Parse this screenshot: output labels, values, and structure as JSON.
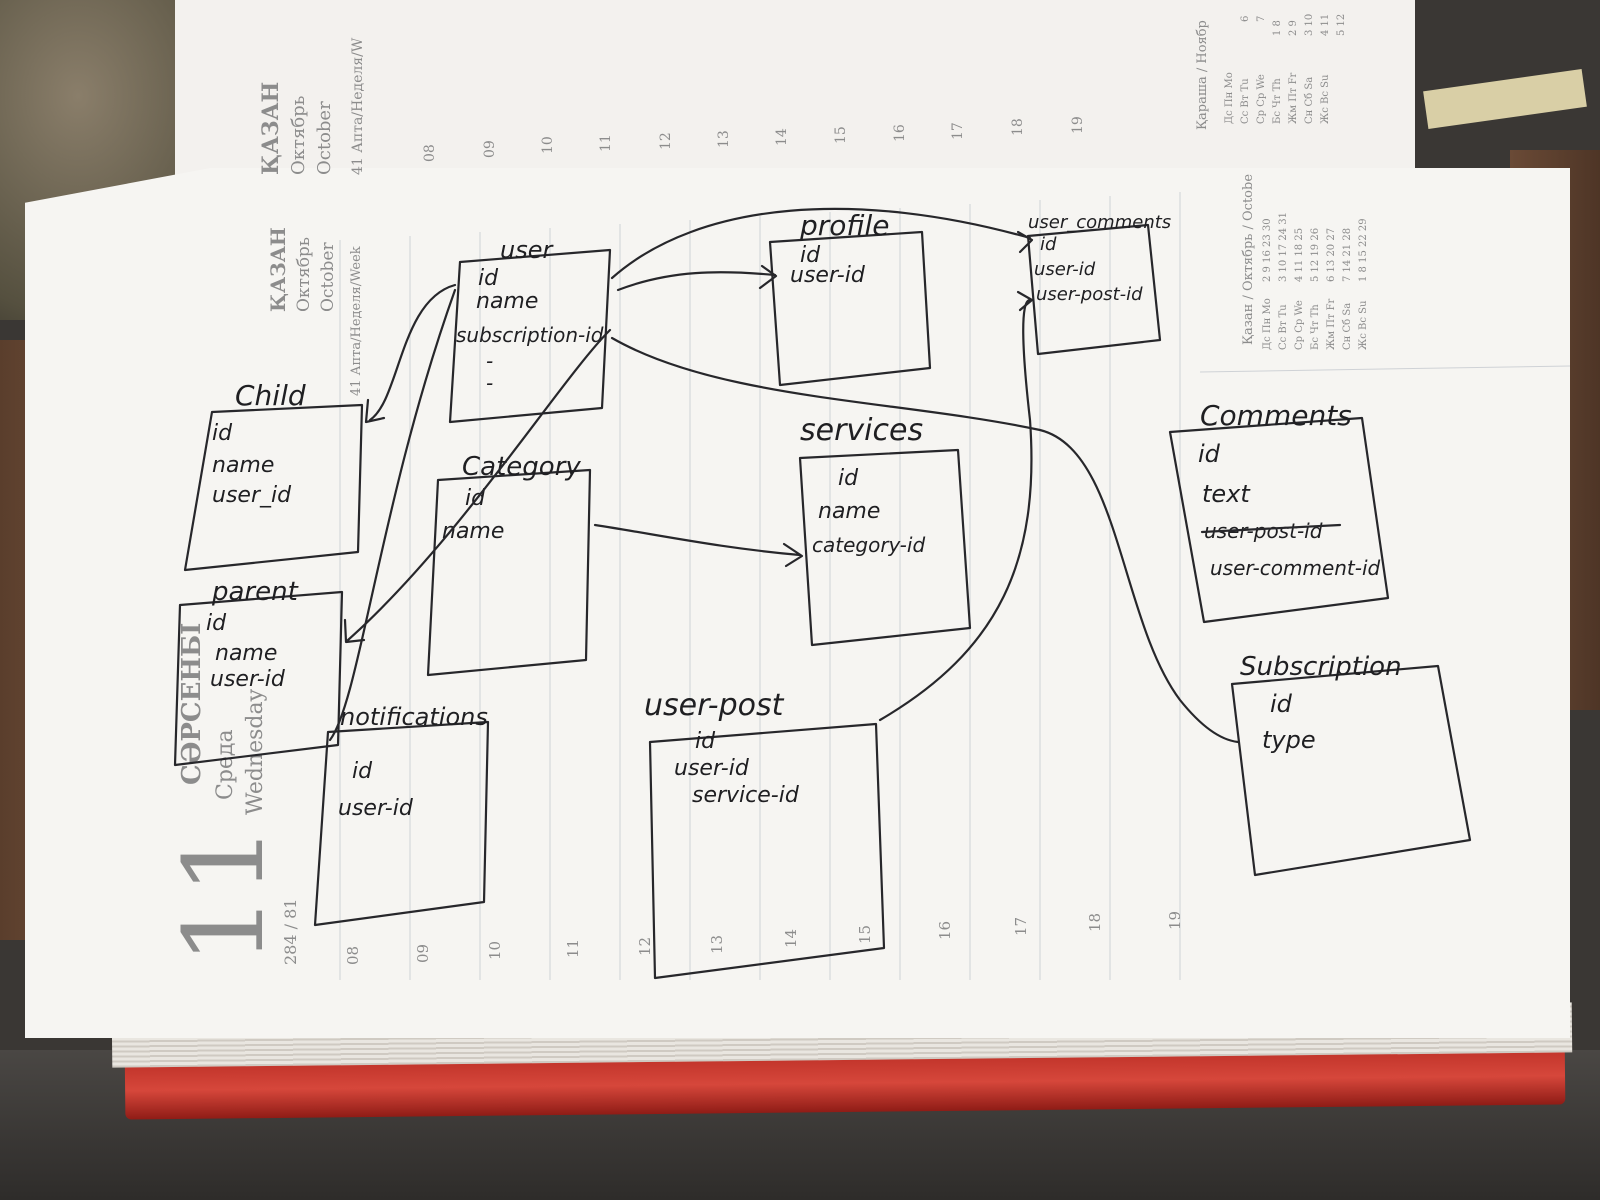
{
  "colors": {
    "ink": "#1f1f22",
    "page": "#f6f5f2",
    "cover": "#c93a2f",
    "printed": "#8c8c8c"
  },
  "planner": {
    "top_page": {
      "city": "ҚАЗАН",
      "month_ru": "Октябрь",
      "month_en": "October",
      "week": "41 Апта/Неделя/W",
      "hours": [
        "08",
        "09",
        "10",
        "11",
        "12",
        "13",
        "14",
        "15",
        "16",
        "17",
        "18",
        "19"
      ],
      "side_label": "Қараша / Ноябр",
      "weekdays": [
        "Дс Пн Мо",
        "Сс Вт Tu",
        "Ср Ср We",
        "Бс Чт Th",
        "Жм Пт Fr",
        "Сн Сб Sa",
        "Жс Вс Su"
      ],
      "numbers": [
        "6",
        "7",
        "1 8",
        "2 9",
        "3 10",
        "4 11",
        "5 12"
      ]
    },
    "main_page": {
      "city": "ҚАЗАН",
      "month_ru": "Октябрь",
      "month_en": "October",
      "week": "41 Апта/Неделя/Week",
      "day_number": "11",
      "day_kz": "СӘРСЕНБІ",
      "day_ru": "Среда",
      "day_en": "Wednesday",
      "day_of_year": "284 / 81",
      "hours": [
        "08",
        "09",
        "10",
        "11",
        "12",
        "13",
        "14",
        "15",
        "16",
        "17",
        "18",
        "19"
      ],
      "side_label": "Қазан / Октябрь / Octobe",
      "weekdays": [
        "Дс Пн Мо",
        "Сс Вт Tu",
        "Ср Ср We",
        "Бс Чт Th",
        "Жм Пт Fr",
        "Сн Сб Sa",
        "Жс Вс Su"
      ],
      "cal_rows": [
        "2 9 16 23 30",
        "3 10 17 24 31",
        "4 11 18 25",
        "5 12 19 26",
        "6 13 20 27",
        "7 14 21 28",
        "1 8 15 22 29"
      ]
    }
  },
  "diagram": {
    "entities": [
      {
        "id": "user",
        "title": "user",
        "fields": [
          "id",
          "name",
          "subscription-id",
          "-",
          "-"
        ]
      },
      {
        "id": "profile",
        "title": "profile",
        "fields": [
          "id",
          "user-id"
        ]
      },
      {
        "id": "user_comments",
        "title": "user_comments",
        "fields": [
          "id",
          "user-id",
          "user-post-id"
        ]
      },
      {
        "id": "child",
        "title": "Child",
        "fields": [
          "id",
          "name",
          "user_id"
        ]
      },
      {
        "id": "category",
        "title": "Category",
        "fields": [
          "id",
          "name"
        ]
      },
      {
        "id": "services",
        "title": "services",
        "fields": [
          "id",
          "name",
          "category-id"
        ]
      },
      {
        "id": "comments",
        "title": "Comments",
        "fields": [
          "id",
          "text",
          "user-post-id",
          "user-comment-id"
        ]
      },
      {
        "id": "parent",
        "title": "parent",
        "fields": [
          "id",
          "name",
          "user-id"
        ]
      },
      {
        "id": "notifications",
        "title": "notifications",
        "fields": [
          "id",
          "user-id"
        ]
      },
      {
        "id": "user_post",
        "title": "user-post",
        "fields": [
          "id",
          "user-id",
          "service-id"
        ]
      },
      {
        "id": "subscription",
        "title": "Subscription",
        "fields": [
          "id",
          "type"
        ]
      }
    ],
    "relations": [
      {
        "from": "user",
        "to": "profile"
      },
      {
        "from": "user",
        "to": "user_comments"
      },
      {
        "from": "user",
        "to": "child"
      },
      {
        "from": "user",
        "to": "parent"
      },
      {
        "from": "user",
        "to": "subscription"
      },
      {
        "from": "user",
        "to": "notifications"
      },
      {
        "from": "category",
        "to": "services"
      },
      {
        "from": "user_post",
        "to": "user_comments"
      }
    ]
  }
}
